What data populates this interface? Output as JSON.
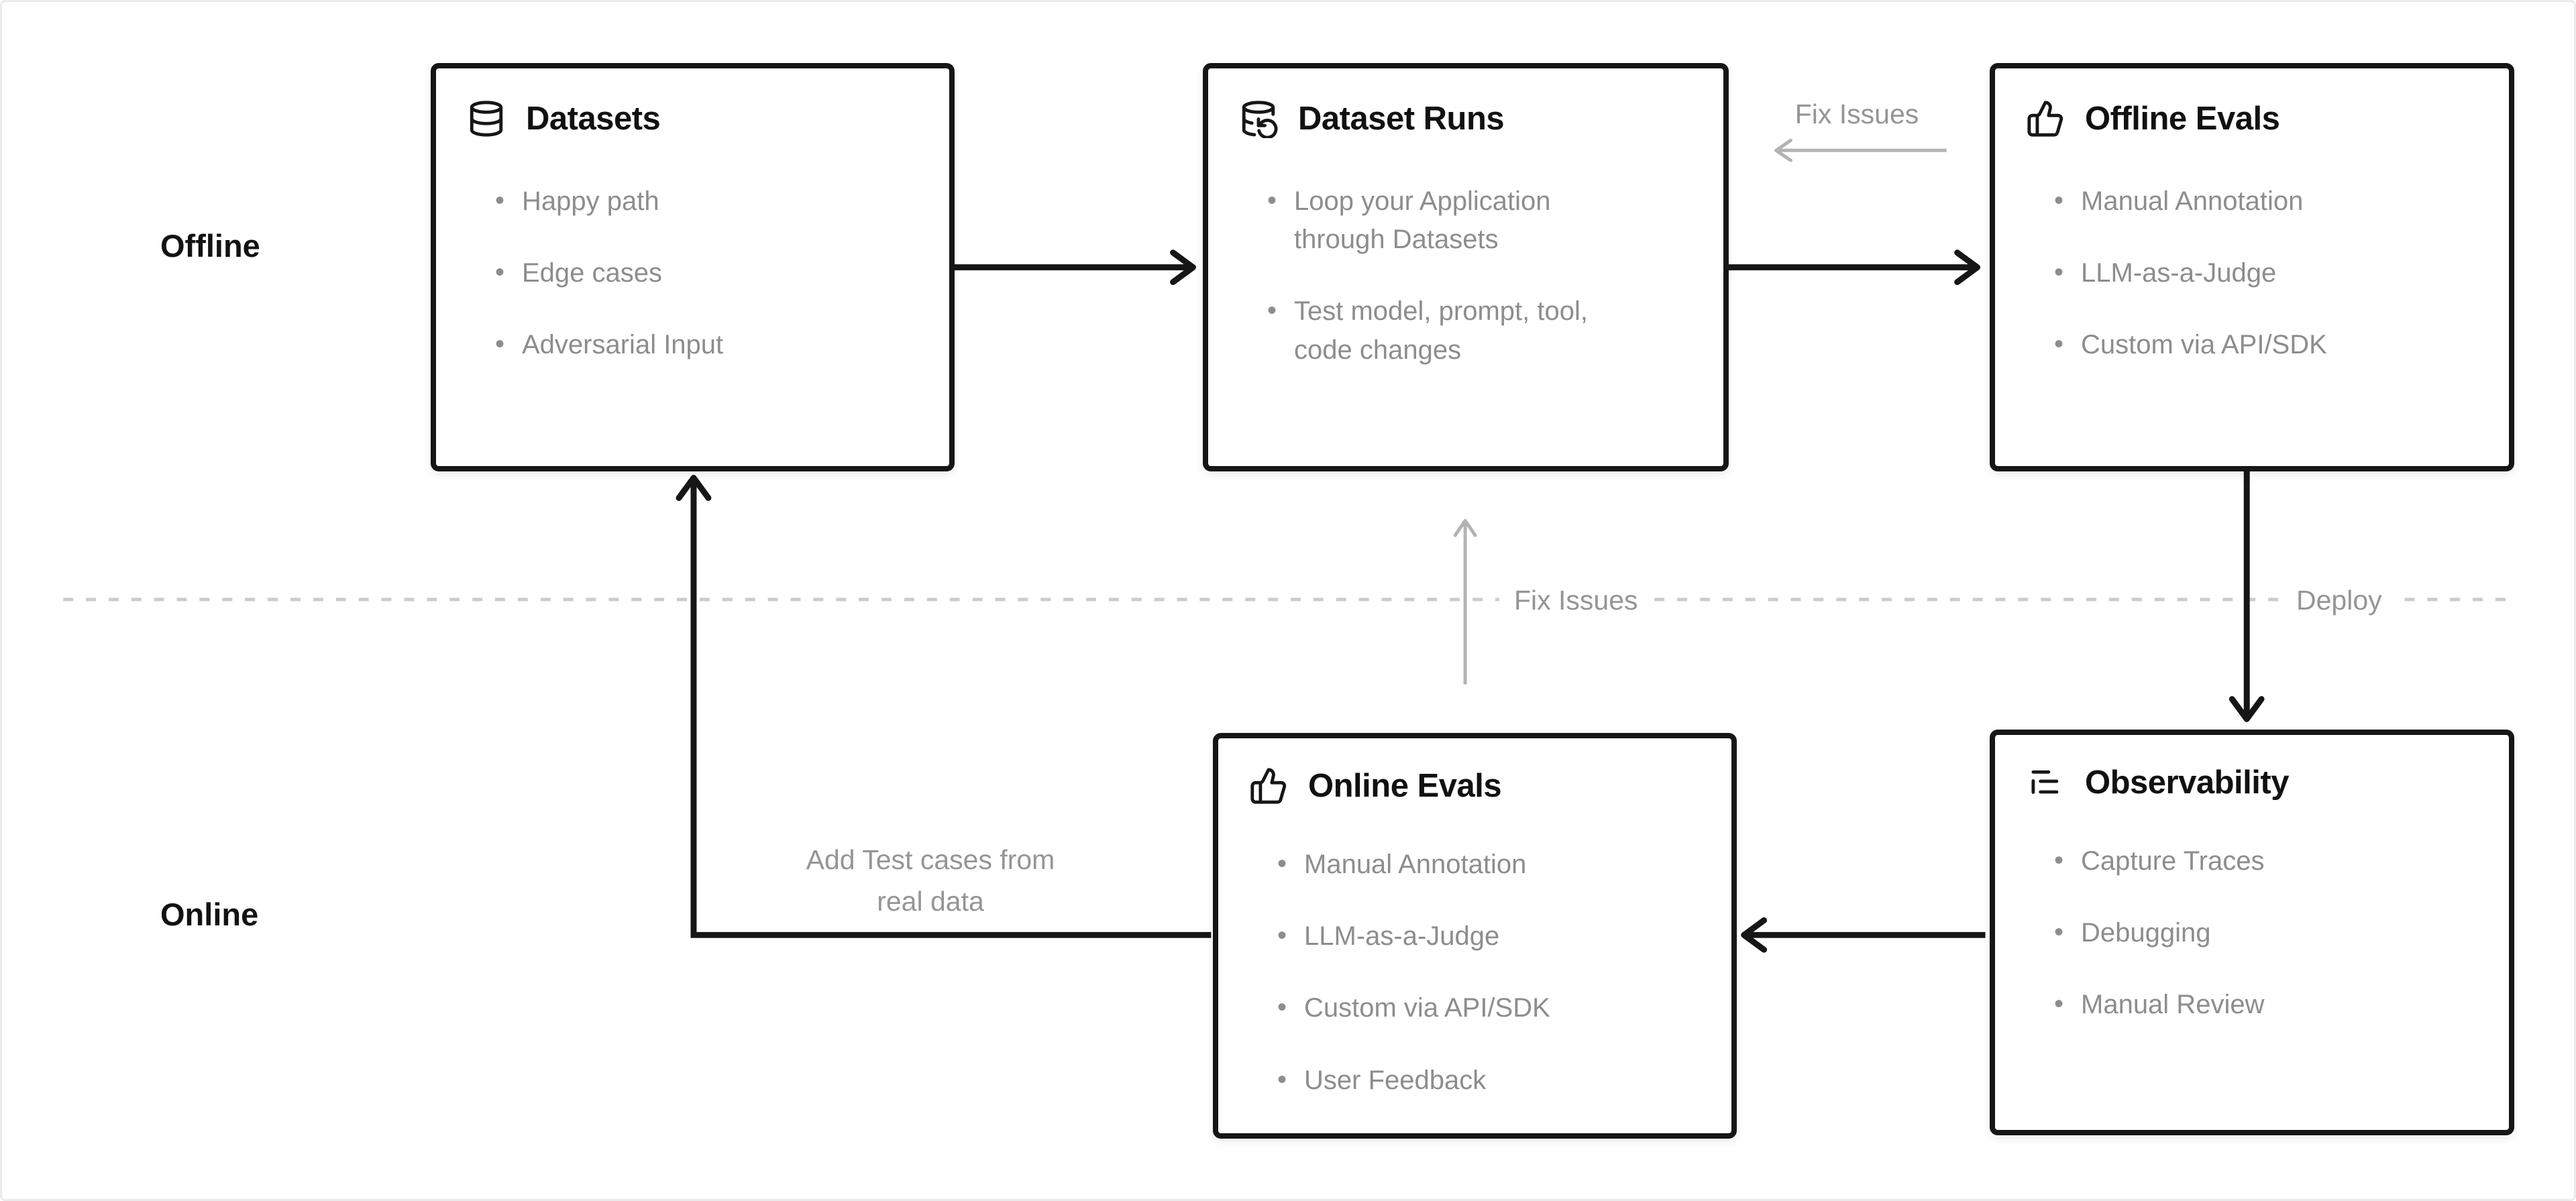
{
  "sections": {
    "offline_label": "Offline",
    "online_label": "Online"
  },
  "boxes": {
    "datasets": {
      "title": "Datasets",
      "icon": "database-icon",
      "items": [
        "Happy path",
        "Edge cases",
        "Adversarial Input"
      ]
    },
    "dataset_runs": {
      "title": "Dataset Runs",
      "icon": "database-backup-icon",
      "items": [
        "Loop your Application through Datasets",
        "Test model, prompt, tool, code changes"
      ]
    },
    "offline_evals": {
      "title": "Offline Evals",
      "icon": "thumbs-up-icon",
      "items": [
        "Manual Annotation",
        "LLM-as-a-Judge",
        "Custom via API/SDK"
      ]
    },
    "online_evals": {
      "title": "Online Evals",
      "icon": "thumbs-up-icon",
      "items": [
        "Manual Annotation",
        "LLM-as-a-Judge",
        "Custom via API/SDK",
        "User Feedback"
      ]
    },
    "observability": {
      "title": "Observability",
      "icon": "logs-icon",
      "items": [
        "Capture Traces",
        "Debugging",
        "Manual Review"
      ]
    }
  },
  "annotations": {
    "fix_issues_top": "Fix Issues",
    "fix_issues_mid": "Fix Issues",
    "deploy": "Deploy",
    "add_test_cases": "Add Test cases from real data"
  },
  "colors": {
    "ink": "#161616",
    "muted_text": "#8d8d8d",
    "annotation_text": "#959595",
    "gray_arrow": "#b3b3b3",
    "dashed_divider": "#cbcbcb",
    "background": "#ffffff"
  }
}
